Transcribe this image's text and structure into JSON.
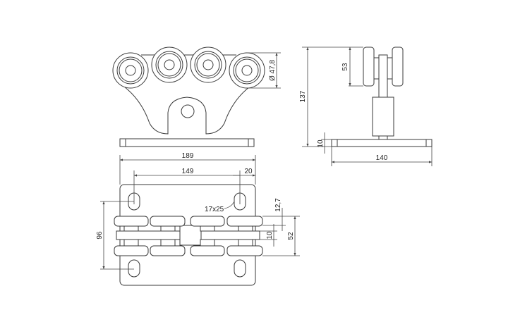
{
  "dimensions": {
    "roller_diameter": "Ø 47,8",
    "total_height": "137",
    "roller_height": "53",
    "plate_thickness": "10",
    "plate_depth": "140",
    "plate_length": "189",
    "hole_spacing": "149",
    "hole_offset": "20",
    "slot_size": "17x25",
    "roller_width": "12,7",
    "hole_spacing_vertical": "96",
    "bar_thickness": "10",
    "roller_span": "52"
  }
}
